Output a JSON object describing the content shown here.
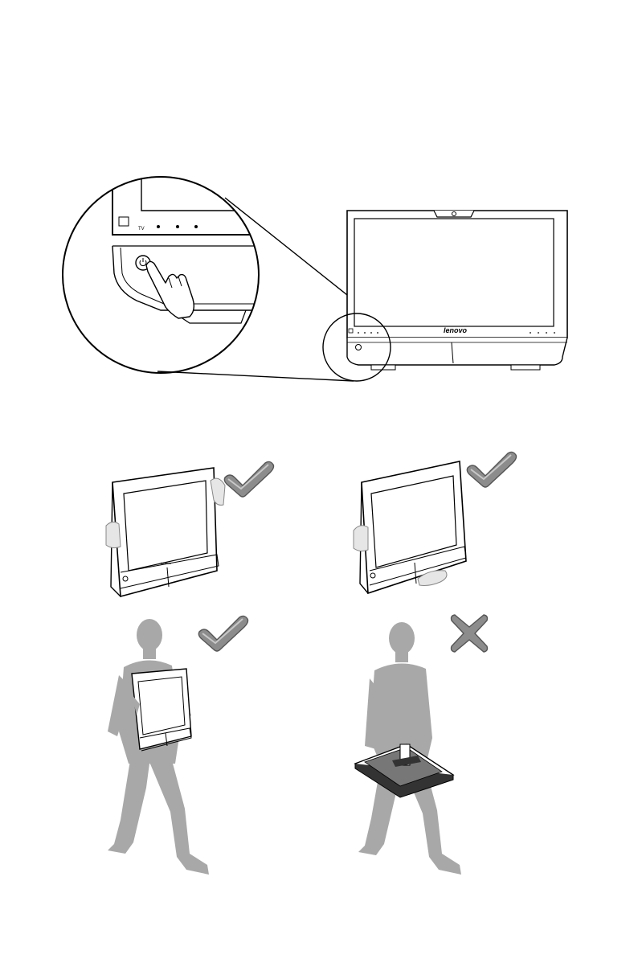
{
  "brand_logo": "lenovo",
  "bezel_labels": {
    "tv": "TV"
  },
  "figures": {
    "power_button": "power-button-callout",
    "hold_sides": "check-mark-icon",
    "hold_side_and_base": "check-mark-icon",
    "carry_correct": "check-mark-icon",
    "carry_by_stand": "cross-mark-icon"
  },
  "colors": {
    "line": "#000000",
    "silhouette": "#a8a8a8",
    "mark_fill": "#8c8c8c"
  }
}
